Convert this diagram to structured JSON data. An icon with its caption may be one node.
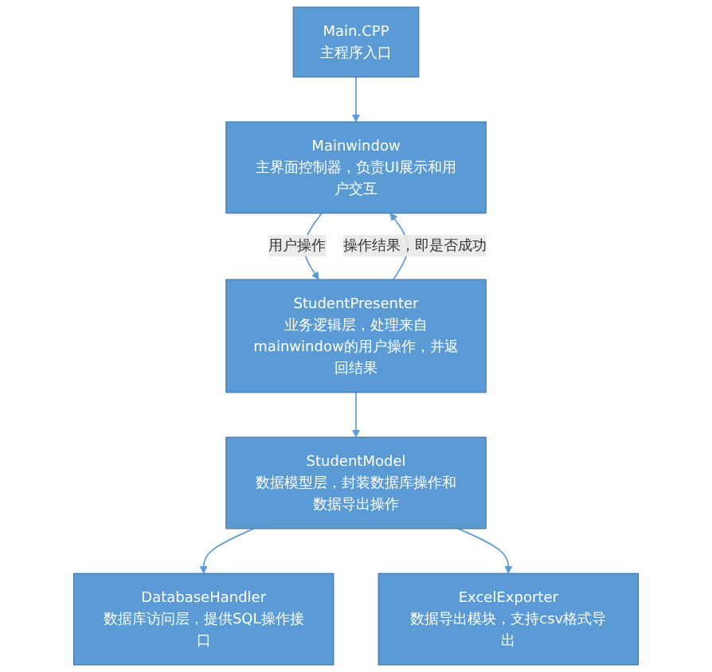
{
  "diagram": {
    "nodes": [
      {
        "text": [
          "Main.CPP",
          "主程序入口"
        ]
      },
      {
        "text": [
          "Mainwindow",
          "主界面控制器，负责UI展示和用户交互"
        ]
      },
      {
        "text": [
          "StudentPresenter",
          "业务逻辑层，处理来自mainwindow的用户操作，并返回结果"
        ]
      },
      {
        "text": [
          "StudentModel",
          "数据模型层，封装数据库操作和数据导出操作"
        ]
      },
      {
        "text": [
          "DatabaseHandler",
          "数据库访问层，提供SQL操作接口"
        ]
      },
      {
        "text": [
          "ExcelExporter",
          "数据导出模块，支持csv格式导出"
        ]
      }
    ],
    "edges": [
      {
        "from": 0,
        "to": 1,
        "arrow": "to"
      },
      {
        "from": 1,
        "to": 2,
        "arrow": "to",
        "label": "用户操作"
      },
      {
        "from": 2,
        "to": 1,
        "arrow": "to",
        "label": "操作结果，即是否成功"
      },
      {
        "from": 2,
        "to": 3,
        "arrow": "to"
      },
      {
        "from": 3,
        "to": 4,
        "arrow": "to"
      },
      {
        "from": 3,
        "to": 5,
        "arrow": "to"
      }
    ]
  }
}
